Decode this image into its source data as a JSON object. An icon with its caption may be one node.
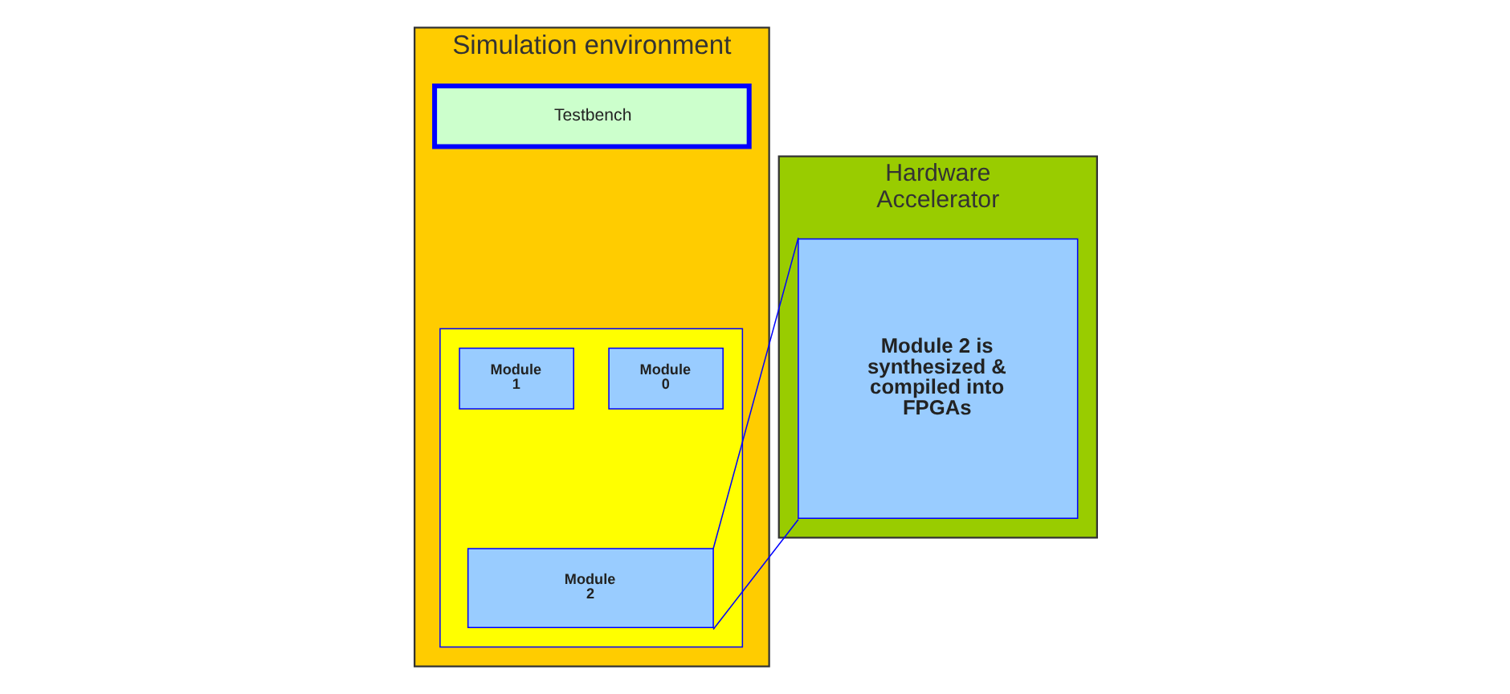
{
  "diagram": {
    "nodes": [
      {
        "text": [
          "Simulation environment"
        ]
      },
      {
        "text": [
          "Testbench"
        ],
        "in": 0
      },
      {
        "text": [],
        "shape": "box",
        "in": 0
      },
      {
        "text": [
          "Module 0"
        ],
        "in": 2
      },
      {
        "text": [
          "Module 1"
        ],
        "in": 2
      },
      {
        "text": [
          "Module 2"
        ],
        "in": 2
      },
      {
        "text": [
          "Hardware Accelerator"
        ]
      },
      {
        "text": [
          "Module 2 is synthesized & compiled into FPGAs"
        ],
        "in": 6
      }
    ],
    "edges": [
      {
        "from": 5,
        "to": 7,
        "arrow": "none"
      },
      {
        "from": 5,
        "to": 7,
        "arrow": "none"
      }
    ]
  }
}
